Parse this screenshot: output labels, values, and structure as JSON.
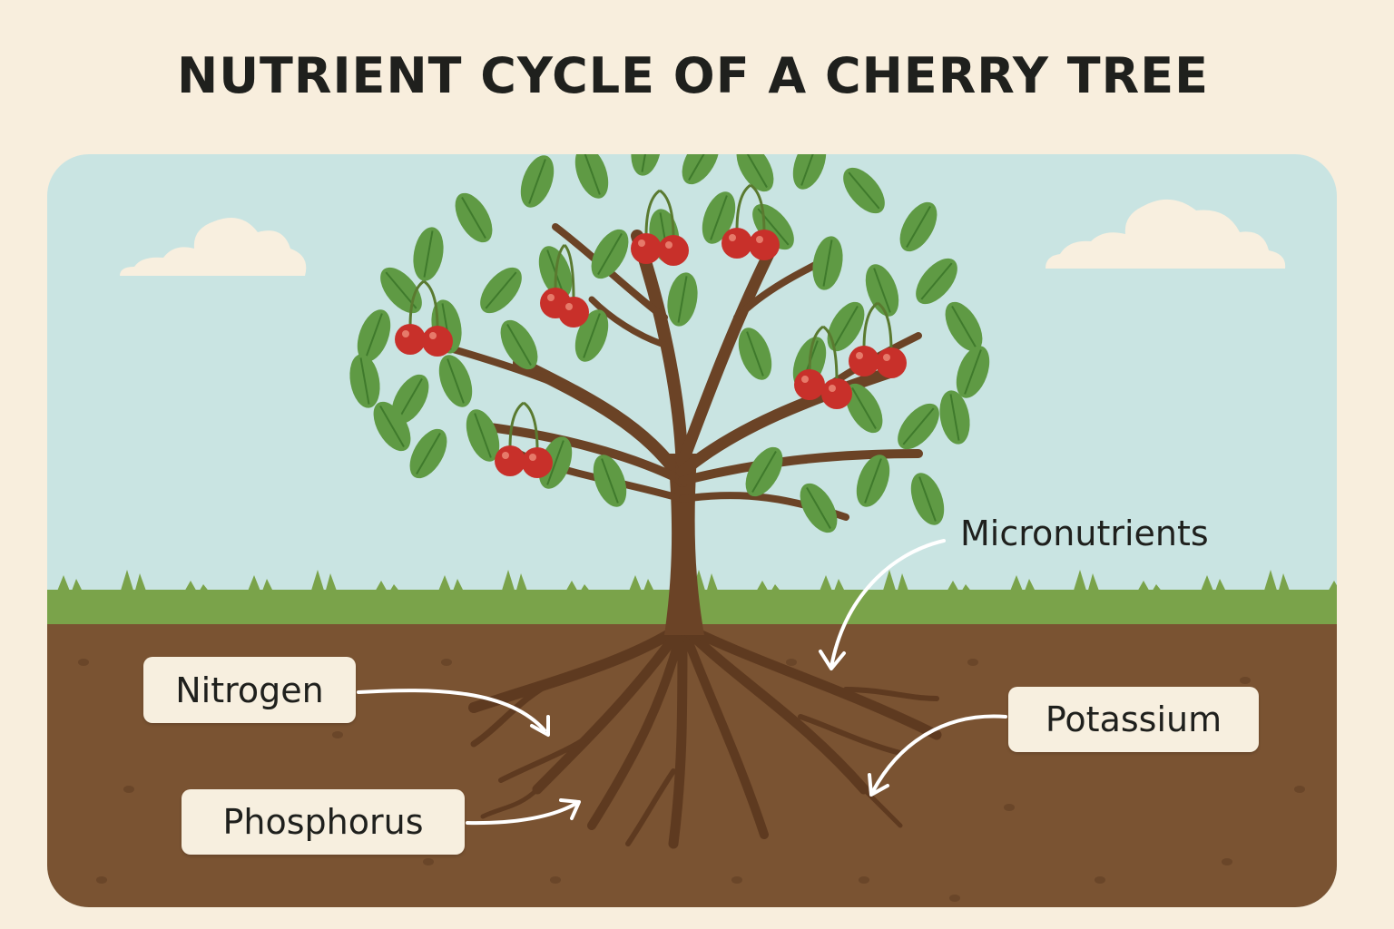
{
  "title": "NUTRIENT CYCLE OF A CHERRY TREE",
  "labels": {
    "nitrogen": "Nitrogen",
    "phosphorus": "Phosphorus",
    "potassium": "Potassium",
    "micronutrients": "Micronutrients"
  },
  "colors": {
    "background": "#f8eedd",
    "sky": "#c9e4e2",
    "grass": "#7aa34a",
    "soil": "#7a5332",
    "trunk": "#6b4326",
    "leaf": "#5f9a44",
    "cherry": "#c8302a"
  }
}
